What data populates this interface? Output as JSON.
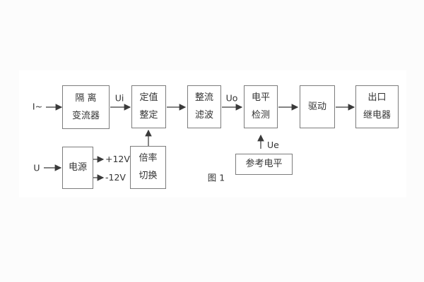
{
  "figure": {
    "caption": "图 1",
    "colors": {
      "line": "#3a3a3a",
      "box_border": "#7c7c7c",
      "text": "#333333",
      "panel": "#ffffff",
      "page": "#fcfcfc"
    },
    "blocks": [
      {
        "id": "isolation-transformer",
        "line1": "隔 离",
        "line2": "变流器"
      },
      {
        "id": "setting-adjust",
        "line1": "定值",
        "line2": "整定"
      },
      {
        "id": "rectify-filter",
        "line1": "整流",
        "line2": "滤波"
      },
      {
        "id": "level-detect",
        "line1": "电平",
        "line2": "检测"
      },
      {
        "id": "driver",
        "line1": "驱动",
        "line2": ""
      },
      {
        "id": "output-relay",
        "line1": "出口",
        "line2": "继电器"
      },
      {
        "id": "power-supply",
        "line1": "电源",
        "line2": ""
      },
      {
        "id": "ratio-switch",
        "line1": "倍率",
        "line2": "切换"
      },
      {
        "id": "reference-level",
        "line1": "参考电平",
        "line2": ""
      }
    ],
    "labels": {
      "input_current": "I~",
      "ui": "Ui",
      "uo": "Uo",
      "ue": "Ue",
      "input_voltage": "U",
      "pos_rail": "+12V",
      "neg_rail": "-12V"
    }
  }
}
